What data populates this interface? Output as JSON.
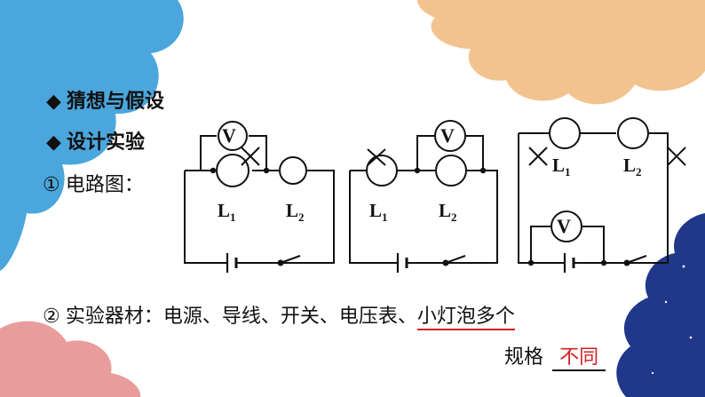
{
  "bullets": {
    "guess": "猜想与假设",
    "design": "设计实验"
  },
  "circuit_label": "① 电路图：",
  "materials": {
    "prefix": "② 实验器材：电源、导线、开关、电压表、",
    "answer": "小灯泡多个"
  },
  "spec": {
    "label": "规格",
    "answer": "不同"
  },
  "components": {
    "voltmeter": "V",
    "lamp1": "L",
    "lamp1_sub": "1",
    "lamp2": "L",
    "lamp2_sub": "2"
  },
  "colors": {
    "blue_cloud": "#4aa6dc",
    "orange_cloud": "#f3c38f",
    "pink_cloud": "#e89c9c",
    "navy_cloud": "#21378a",
    "answer_red": "#d42020"
  }
}
